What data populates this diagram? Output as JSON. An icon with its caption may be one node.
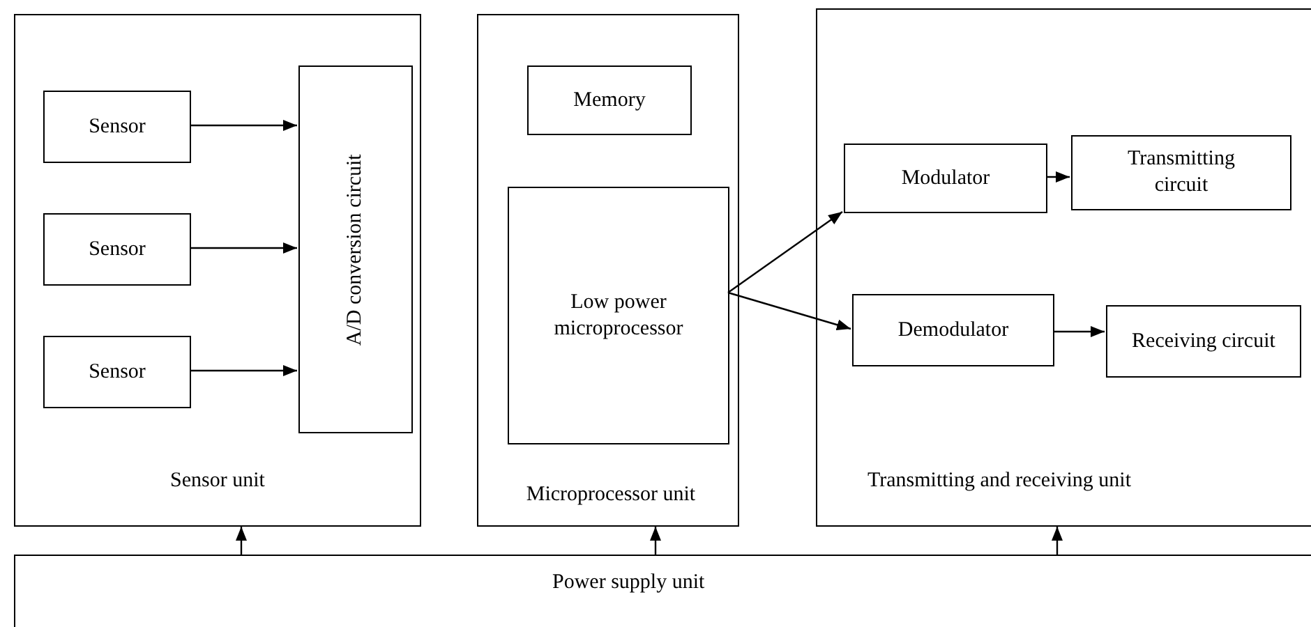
{
  "diagram": {
    "nodes": [
      {
        "text": [
          "Sensor unit"
        ]
      },
      {
        "text": [
          "Sensor"
        ],
        "in": 0
      },
      {
        "text": [
          "Sensor"
        ],
        "in": 0
      },
      {
        "text": [
          "Sensor"
        ],
        "in": 0
      },
      {
        "text": [
          "A/D conversion circuit"
        ],
        "in": 0
      },
      {
        "text": [
          "Microprocessor unit"
        ]
      },
      {
        "text": [
          "Memory"
        ],
        "in": 5
      },
      {
        "text": [
          "Low power microprocessor"
        ],
        "in": 5
      },
      {
        "text": [
          "Transmitting and receiving unit"
        ]
      },
      {
        "text": [
          "Modulator"
        ],
        "in": 8
      },
      {
        "text": [
          "Transmitting circuit"
        ],
        "in": 8
      },
      {
        "text": [
          "Demodulator"
        ],
        "in": 8
      },
      {
        "text": [
          "Receiving circuit"
        ],
        "in": 8
      },
      {
        "text": [
          "Power supply unit"
        ]
      }
    ],
    "edges": [
      {
        "from": 1,
        "to": 4,
        "arrow": "to"
      },
      {
        "from": 2,
        "to": 4,
        "arrow": "to"
      },
      {
        "from": 3,
        "to": 4,
        "arrow": "to"
      },
      {
        "from": 7,
        "to": 9,
        "arrow": "to"
      },
      {
        "from": 7,
        "to": 11,
        "arrow": "to"
      },
      {
        "from": 9,
        "to": 10,
        "arrow": "to"
      },
      {
        "from": 11,
        "to": 12,
        "arrow": "to"
      },
      {
        "from": 13,
        "to": 0,
        "arrow": "to"
      },
      {
        "from": 13,
        "to": 5,
        "arrow": "to"
      },
      {
        "from": 13,
        "to": 8,
        "arrow": "to"
      }
    ]
  }
}
